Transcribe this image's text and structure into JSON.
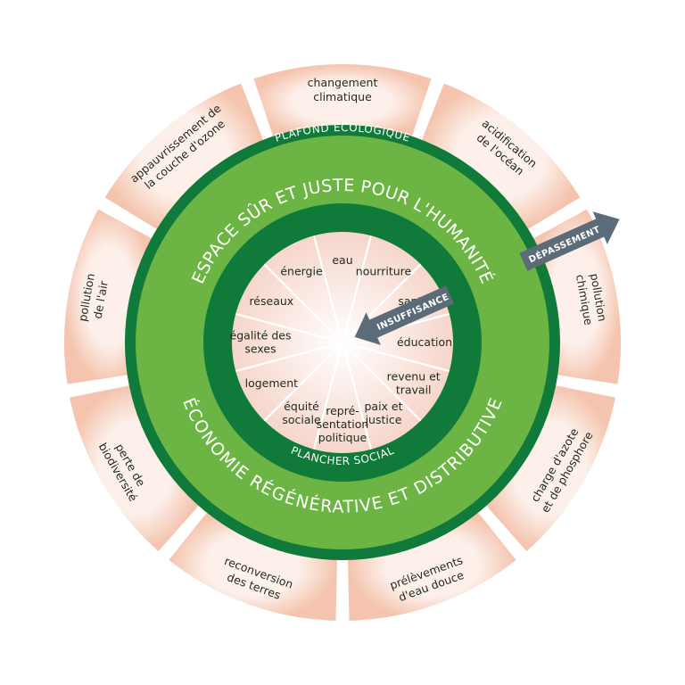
{
  "colors": {
    "outer_fill": "#f4c4ae",
    "outer_center": "#fdf0ea",
    "dark_green": "#0f7a3a",
    "light_green": "#6cb544",
    "inner_fill": "#f7ddd3",
    "arrow": "#5c6b78"
  },
  "ecological_ceiling": {
    "band_label": "PLAFOND ÉCOLOGIQUE",
    "segments": [
      {
        "lines": [
          "changement",
          "climatique"
        ]
      },
      {
        "lines": [
          "acidification",
          "de l'océan"
        ]
      },
      {
        "lines": [
          "pollution",
          "chimique"
        ]
      },
      {
        "lines": [
          "charge d'azote",
          "et de phosphore"
        ]
      },
      {
        "lines": [
          "prélèvements",
          "d'eau douce"
        ]
      },
      {
        "lines": [
          "reconversion",
          "des terres"
        ]
      },
      {
        "lines": [
          "perte de",
          "biodiversité"
        ]
      },
      {
        "lines": [
          "pollution",
          "de l'air"
        ]
      },
      {
        "lines": [
          "appauvrissement de",
          "la couche d'ozone"
        ]
      }
    ]
  },
  "safe_space": {
    "top_title": "ESPACE SÛR ET JUSTE POUR L'HUMANITÉ",
    "bottom_title": "ÉCONOMIE RÉGÉNÉRATIVE ET DISTRIBUTIVE"
  },
  "social_foundation": {
    "band_label": "PLANCHER SOCIAL",
    "segments": [
      {
        "lines": [
          "nourriture"
        ]
      },
      {
        "lines": [
          "santé"
        ]
      },
      {
        "lines": [
          "éducation"
        ]
      },
      {
        "lines": [
          "revenu et",
          "travail"
        ]
      },
      {
        "lines": [
          "paix et",
          "justice"
        ]
      },
      {
        "lines": [
          "repré-",
          "sentation",
          "politique"
        ]
      },
      {
        "lines": [
          "équité",
          "sociale"
        ]
      },
      {
        "lines": [
          "logement"
        ]
      },
      {
        "lines": [
          "égalité des",
          "sexes"
        ]
      },
      {
        "lines": [
          "réseaux"
        ]
      },
      {
        "lines": [
          "énergie"
        ]
      },
      {
        "lines": [
          "eau"
        ]
      }
    ]
  },
  "arrows": {
    "overshoot": "DÉPASSEMENT",
    "shortfall": "INSUFFISANCE"
  }
}
